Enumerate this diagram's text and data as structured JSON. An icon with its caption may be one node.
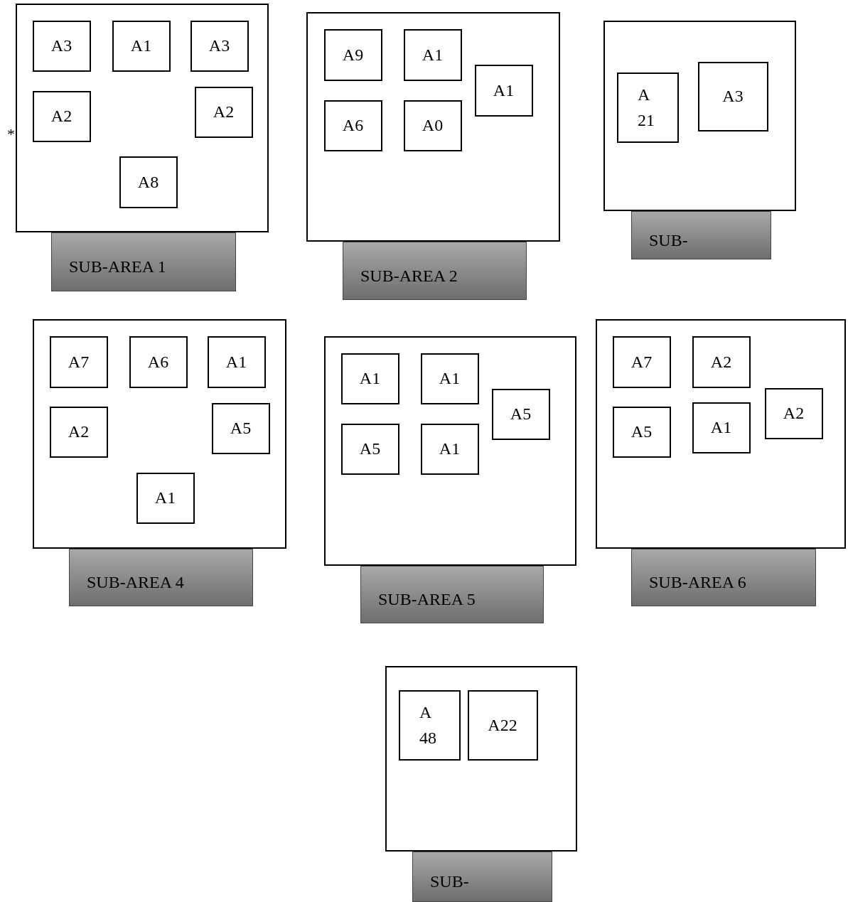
{
  "diagram": {
    "nodes": [
      {
        "text": [
          "SUB-AREA 1"
        ]
      },
      {
        "text": [
          "A3"
        ],
        "in": 0
      },
      {
        "text": [
          "A1"
        ],
        "in": 0
      },
      {
        "text": [
          "A3"
        ],
        "in": 0
      },
      {
        "text": [
          "A2"
        ],
        "in": 0
      },
      {
        "text": [
          "A2"
        ],
        "in": 0
      },
      {
        "text": [
          "A8"
        ],
        "in": 0
      },
      {
        "text": [
          "SUB-AREA 2"
        ]
      },
      {
        "text": [
          "A9"
        ],
        "in": 7
      },
      {
        "text": [
          "A1"
        ],
        "in": 7
      },
      {
        "text": [
          "A1"
        ],
        "in": 7
      },
      {
        "text": [
          "A6"
        ],
        "in": 7
      },
      {
        "text": [
          "A0"
        ],
        "in": 7
      },
      {
        "text": [
          "SUB-"
        ]
      },
      {
        "text": [
          "A21"
        ],
        "in": 13
      },
      {
        "text": [
          "A3"
        ],
        "in": 13
      },
      {
        "text": [
          "SUB-AREA 4"
        ]
      },
      {
        "text": [
          "A7"
        ],
        "in": 16
      },
      {
        "text": [
          "A6"
        ],
        "in": 16
      },
      {
        "text": [
          "A1"
        ],
        "in": 16
      },
      {
        "text": [
          "A2"
        ],
        "in": 16
      },
      {
        "text": [
          "A5"
        ],
        "in": 16
      },
      {
        "text": [
          "A1"
        ],
        "in": 16
      },
      {
        "text": [
          "SUB-AREA 5"
        ]
      },
      {
        "text": [
          "A1"
        ],
        "in": 23
      },
      {
        "text": [
          "A1"
        ],
        "in": 23
      },
      {
        "text": [
          "A5"
        ],
        "in": 23
      },
      {
        "text": [
          "A5"
        ],
        "in": 23
      },
      {
        "text": [
          "A1"
        ],
        "in": 23
      },
      {
        "text": [
          "SUB-AREA 6"
        ]
      },
      {
        "text": [
          "A7"
        ],
        "in": 29
      },
      {
        "text": [
          "A2"
        ],
        "in": 29
      },
      {
        "text": [
          "A2"
        ],
        "in": 29
      },
      {
        "text": [
          "A5"
        ],
        "in": 29
      },
      {
        "text": [
          "A1"
        ],
        "in": 29
      },
      {
        "text": [
          "SUB-"
        ]
      },
      {
        "text": [
          "A48"
        ],
        "in": 35
      },
      {
        "text": [
          "A22"
        ],
        "in": 35
      }
    ],
    "labels": [
      "*"
    ]
  }
}
